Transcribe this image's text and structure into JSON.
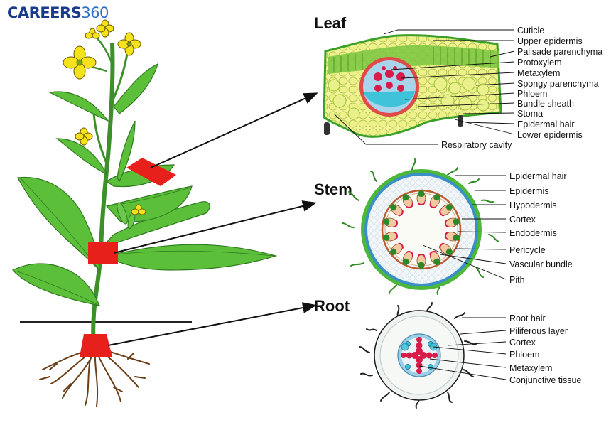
{
  "logo": {
    "part1": "CAREERS",
    "part2": "360"
  },
  "sections": {
    "leaf": {
      "title": "Leaf",
      "labels": [
        "Cuticle",
        "Upper epidermis",
        "Palisade parenchyma",
        "Protoxylem",
        "Metaxylem",
        "Spongy parenchyma",
        "Phloem",
        "Bundle sheath",
        "Stoma",
        "Epidermal hair",
        "Lower epidermis",
        "Respiratory cavity"
      ]
    },
    "stem": {
      "title": "Stem",
      "labels": [
        "Epidermal hair",
        "Epidermis",
        "Hypodermis",
        "Cortex",
        "Endodermis",
        "Pericycle",
        "Vascular bundle",
        "Pith"
      ]
    },
    "root": {
      "title": "Root",
      "labels": [
        "Root hair",
        "Piliferous layer",
        "Cortex",
        "Phloem",
        "Metaxylem",
        "Conjunctive tissue"
      ]
    }
  },
  "colors": {
    "plant_green": "#3fa02c",
    "leaf_light": "#5cc23c",
    "flower_yellow": "#f6e21a",
    "marker_red": "#e8201c",
    "xylem_red": "#d81c4a",
    "phloem_cyan": "#39c1d8",
    "cell_yellow": "#eef08a",
    "root_brown": "#7a4a1c"
  }
}
